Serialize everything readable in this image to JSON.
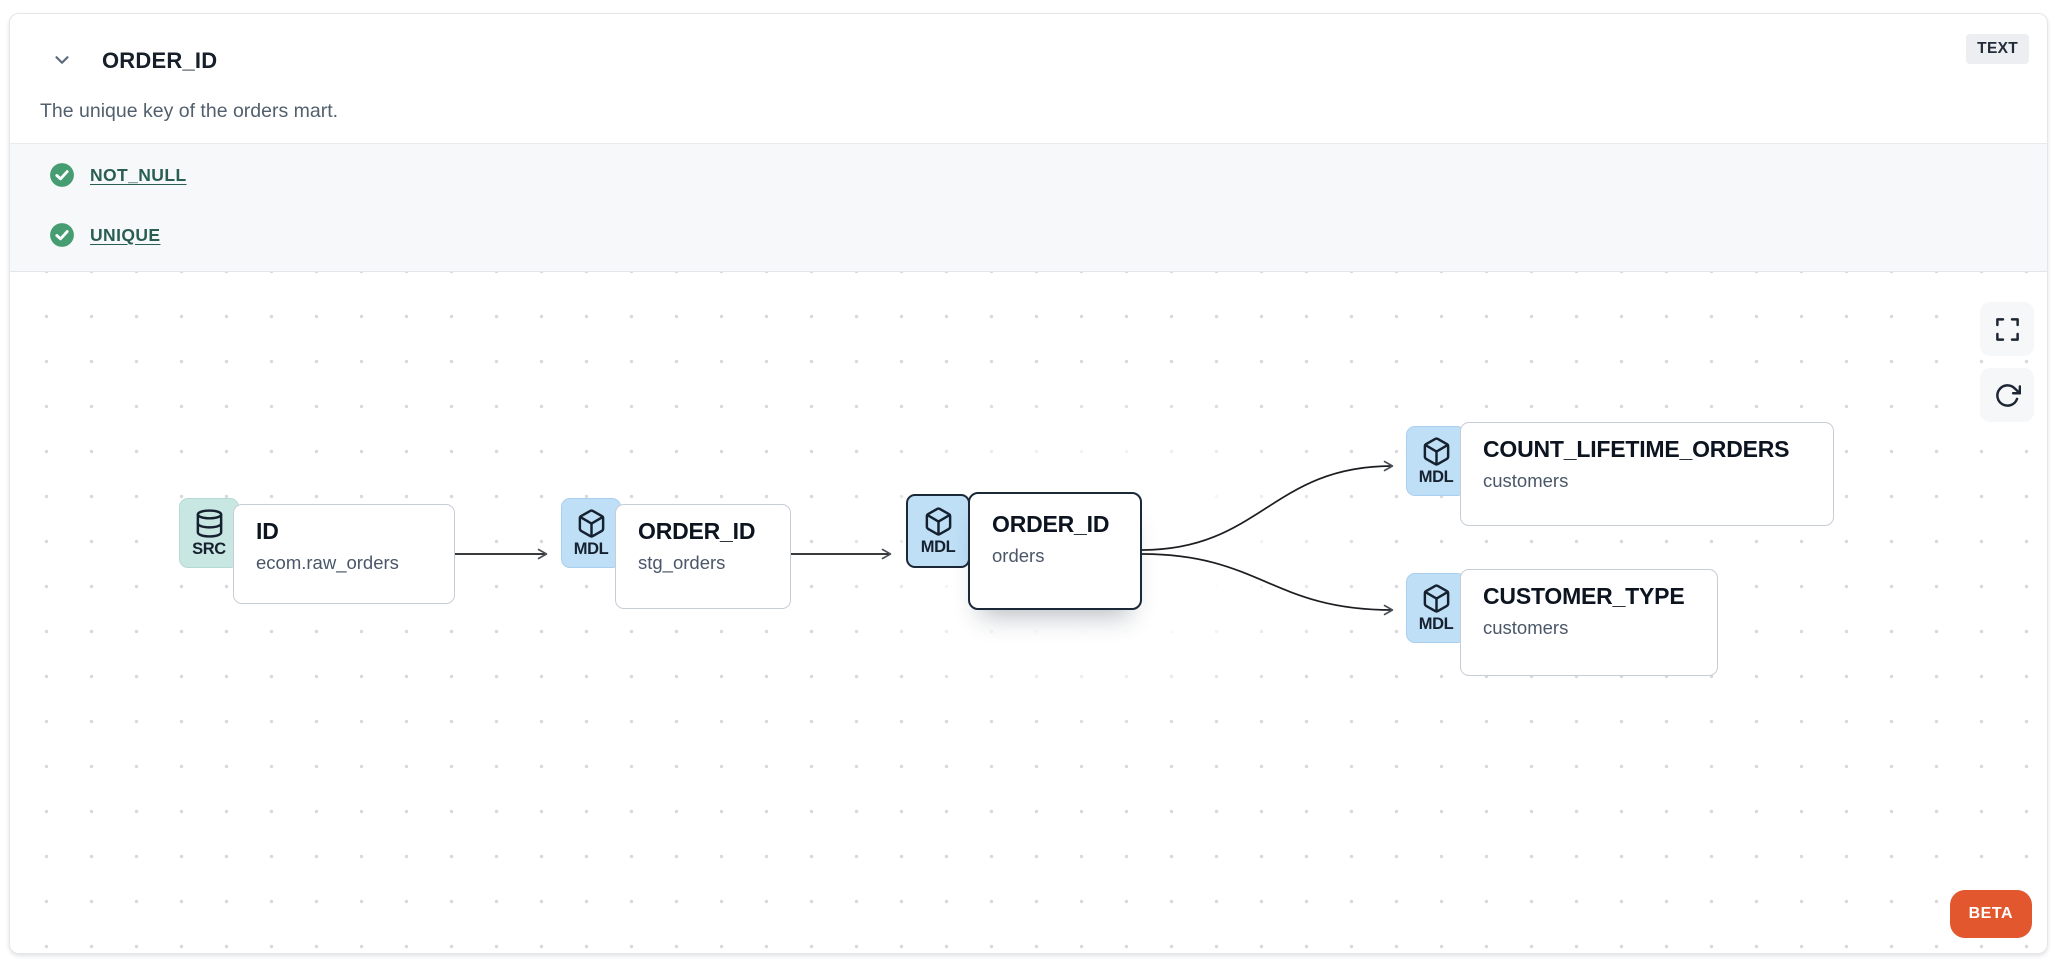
{
  "header": {
    "collapse_icon": "chevron-down",
    "title": "ORDER_ID",
    "type_badge": "TEXT",
    "description": "The unique key of the orders mart."
  },
  "tests": {
    "items": [
      {
        "icon": "check-circle",
        "label": "NOT_NULL"
      },
      {
        "icon": "check-circle",
        "label": "UNIQUE"
      }
    ]
  },
  "lineage": {
    "nodes": [
      {
        "badge": "SRC",
        "icon": "database",
        "title": "ID",
        "subtitle": "ecom.raw_orders",
        "selected": false
      },
      {
        "badge": "MDL",
        "icon": "box",
        "title": "ORDER_ID",
        "subtitle": "stg_orders",
        "selected": false
      },
      {
        "badge": "MDL",
        "icon": "box",
        "title": "ORDER_ID",
        "subtitle": "orders",
        "selected": true
      },
      {
        "badge": "MDL",
        "icon": "box",
        "title": "COUNT_LIFETIME_ORDERS",
        "subtitle": "customers",
        "selected": false
      },
      {
        "badge": "MDL",
        "icon": "box",
        "title": "CUSTOMER_TYPE",
        "subtitle": "customers",
        "selected": false
      }
    ],
    "controls": {
      "fullscreen": "fullscreen",
      "refresh": "refresh"
    },
    "beta_label": "BETA"
  },
  "colors": {
    "accent_orange": "#E2572E",
    "test_pass_green": "#479D72",
    "link_teal": "#2B5E52",
    "src_badge_bg": "#C8E7E2",
    "mdl_badge_bg": "#BFDFF7",
    "node_border": "#C7CDD6",
    "selected_border": "#1B2838",
    "edge": "#1C1E21"
  }
}
